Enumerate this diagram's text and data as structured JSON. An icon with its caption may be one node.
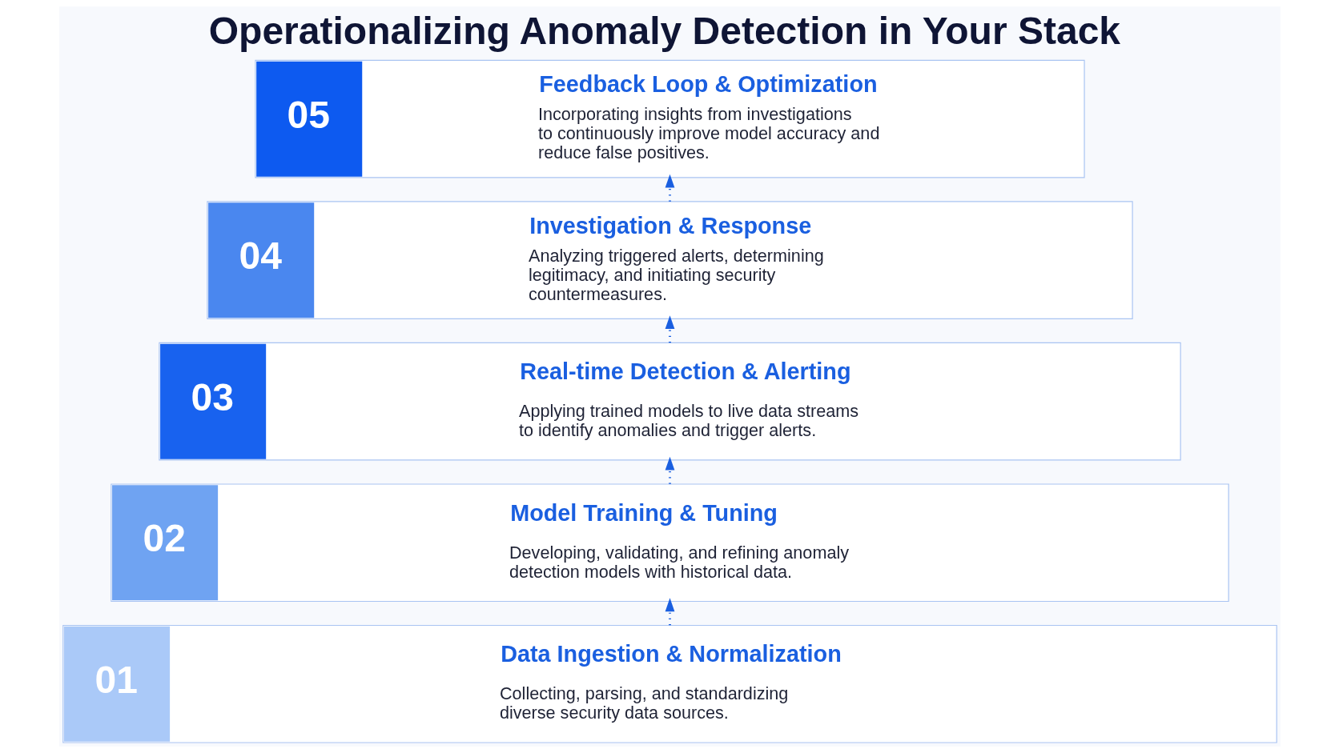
{
  "diagram": {
    "title": "Operationalizing Anomaly Detection in Your Stack",
    "nodes": [
      {
        "text": [
          "05",
          "Feedback Loop & Optimization",
          "Incorporating insights from investigations to continuously improve model accuracy and reduce false positives."
        ]
      },
      {
        "text": [
          "04",
          "Investigation & Response",
          "Analyzing triggered alerts, determining legitimacy, and initiating security countermeasures."
        ]
      },
      {
        "text": [
          "03",
          "Real-time Detection & Alerting",
          "Applying trained models to live data streams to identify anomalies and trigger alerts."
        ]
      },
      {
        "text": [
          "02",
          "Model Training & Tuning",
          "Developing, validating, and refining anomaly detection models with historical data."
        ]
      },
      {
        "text": [
          "01",
          "Data Ingestion & Normalization",
          "Collecting, parsing, and standardizing diverse security data sources."
        ]
      }
    ],
    "edges": [
      {
        "from": 4,
        "to": 3,
        "arrow": "to",
        "style": "dashed"
      },
      {
        "from": 3,
        "to": 2,
        "arrow": "to",
        "style": "dashed"
      },
      {
        "from": 2,
        "to": 1,
        "arrow": "to",
        "style": "dashed"
      },
      {
        "from": 1,
        "to": 0,
        "arrow": "to",
        "style": "dashed"
      }
    ]
  }
}
